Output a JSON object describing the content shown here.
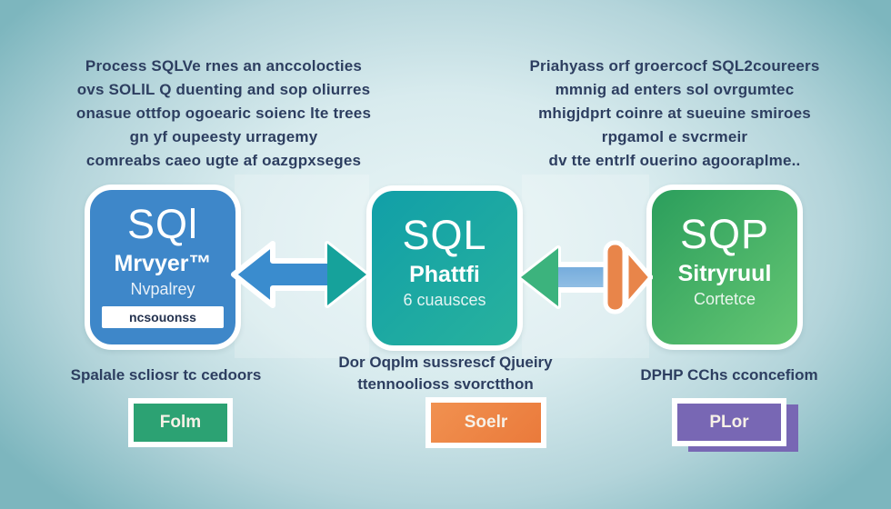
{
  "paragraphs": {
    "top_left": {
      "lines": [
        "Process SQLVe rnes an anccolocties",
        "ovs SOLlL Q duenting and sop oliurres",
        "onasue ottfop ogoearic soienc lte trees",
        "gn yf oupeesty urragemy",
        "comreabs caeo ugte af oazgpxseges"
      ]
    },
    "top_right": {
      "lines": [
        "Priahyass orf groercocf SQL2coureers",
        "mmnig ad enters sol ovrgumtec",
        "mhigjdprt coinre at sueuine smiroes",
        "rpgamol e svcrmeir",
        "dv tte entrlf ouerino agooraplme.."
      ]
    }
  },
  "boxes": {
    "left": {
      "title": "SQl",
      "subtitle": "Mrvyer™",
      "subtext": "Nvpalrey",
      "badge": "ncsouonss",
      "color": "#3e87c9"
    },
    "middle": {
      "title": "SQL",
      "subtitle": "Phattfi",
      "subtext": "6 cuausces",
      "color_from": "#119fa8",
      "color_to": "#28b29d"
    },
    "right": {
      "title": "SQP",
      "subtitle": "Sitryruul",
      "subtext": "Cortetce",
      "color_from": "#2b9e5c",
      "color_to": "#65c673"
    }
  },
  "captions": {
    "left": "Spalale scliosr tc cedoors",
    "middle_line1": "Dor Oqplm sussrescf Qjueiry",
    "middle_line2": "ttennoolioss svorctthon",
    "right": "DPHP CChs cconcefiom"
  },
  "chips": {
    "green": {
      "label": "Folm",
      "color": "#2ca273"
    },
    "orange": {
      "label": "Soelr",
      "color": "#ea7a3b"
    },
    "purple": {
      "label": "PLor",
      "color": "#7867b4"
    }
  },
  "arrows": {
    "left_pair": {
      "left_head": "#3a8cce",
      "shaft": "#3a8cce",
      "right_head": "#16a29b"
    },
    "right_pair": {
      "left_head": "#3cb37d",
      "shaft_top": "#5d9cd6",
      "shaft_bottom": "#a9ceea",
      "bar_and_head": "#e8854a"
    },
    "outline": "#ffffff"
  },
  "background": {
    "center": "#e9f5f6",
    "edge": "#7db6be"
  }
}
